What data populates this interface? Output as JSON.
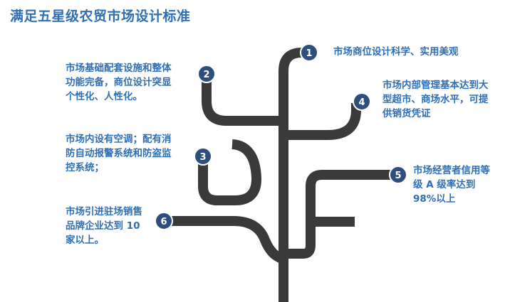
{
  "title": "满足五星级农贸市场设计标准",
  "colors": {
    "title": "#2f6fb5",
    "text": "#2f6fb5",
    "branch": "#3a3a3a",
    "badge_fill": "#2e4f7c",
    "badge_border": "#ffffff",
    "badge_text": "#ffffff"
  },
  "items": [
    {
      "number": "1",
      "lines": [
        "市场商位设计科学、实用美观"
      ]
    },
    {
      "number": "2",
      "lines": [
        "市场基础配套设施和整体",
        "功能完备，商位设计突显",
        "个性化、人性化。"
      ]
    },
    {
      "number": "3",
      "lines": [
        "市场内设有空调；配有消",
        "防自动报警系统和防盗监",
        "控系统；"
      ]
    },
    {
      "number": "4",
      "lines": [
        "市场内部管理基本达到大",
        "型超市、商场水平，可提",
        "供销货凭证"
      ]
    },
    {
      "number": "5",
      "lines": [
        "市场经营者信用等",
        "级 A 级率达到",
        "98%以上"
      ]
    },
    {
      "number": "6",
      "lines": [
        "市场引进驻场销售",
        "品牌企业达到 10",
        "家以上。"
      ]
    }
  ]
}
